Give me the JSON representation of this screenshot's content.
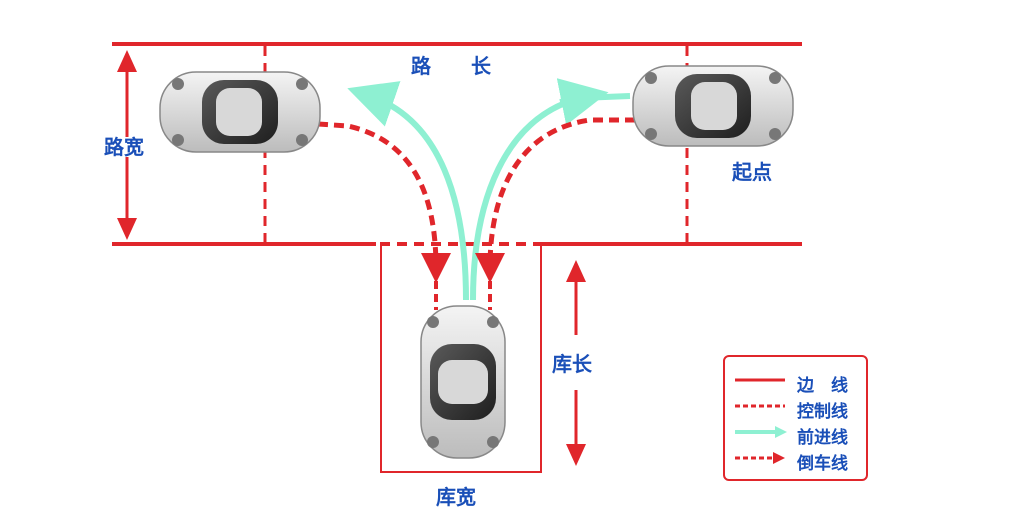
{
  "colors": {
    "boundary": "#e0262b",
    "forward": "#8ef0d2",
    "label": "#1a4fb8",
    "car_body": "#e8e8e8"
  },
  "labels": {
    "road_length": "路　　长",
    "road_width": "路宽",
    "start": "起点",
    "garage_length": "库长",
    "garage_width": "库宽"
  },
  "legend": {
    "items": [
      {
        "label": "边　线",
        "style": "solid-red"
      },
      {
        "label": "控制线",
        "style": "dashed-red"
      },
      {
        "label": "前进线",
        "style": "cyan-arrow"
      },
      {
        "label": "倒车线",
        "style": "dashed-red-arrow"
      }
    ]
  }
}
